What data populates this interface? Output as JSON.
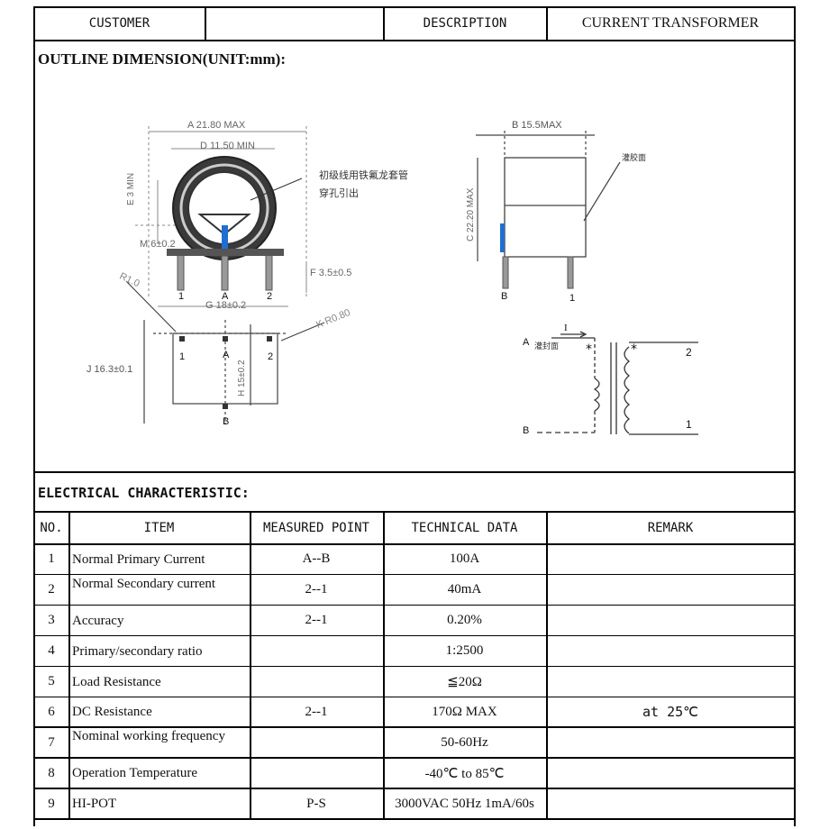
{
  "header": {
    "customer_label": "CUSTOMER",
    "customer_value": "",
    "description_label": "DESCRIPTION",
    "description_value": "CURRENT TRANSFORMER"
  },
  "outline": {
    "title": "OUTLINE DIMENSION(UNIT:mm):",
    "dims": {
      "a": "A 21.80 MAX",
      "d": "D 11.50 MIN",
      "e": "E 3 MIN",
      "m": "M 6±0.2",
      "f": "F 3.5±0.5",
      "r": "R1.0",
      "g": "G 18±0.2",
      "k": "K R0.80",
      "j": "J 16.3±0.1",
      "h": "H 15±0.2",
      "b": "B 15.5MAX",
      "c": "C 22.20 MAX"
    },
    "notes": {
      "primary_line_1": "初级线用铁氟龙套管",
      "primary_line_2": "穿孔引出",
      "glue": "灌胶面",
      "seal": "灌封面"
    },
    "pins": {
      "p1": "1",
      "pa": "A",
      "p2": "2",
      "pb": "B",
      "i": "I"
    }
  },
  "electrical": {
    "title": "ELECTRICAL CHARACTERISTIC:",
    "columns": [
      "NO.",
      "ITEM",
      "MEASURED POINT",
      "TECHNICAL DATA",
      "REMARK"
    ],
    "rows": [
      {
        "no": "1",
        "item": "Normal Primary Current",
        "point": "A--B",
        "data": "100A",
        "remark": ""
      },
      {
        "no": "2",
        "item": "Normal Secondary  current",
        "point": "2--1",
        "data": "40mA",
        "remark": ""
      },
      {
        "no": "3",
        "item": "Accuracy",
        "point": "2--1",
        "data": "0.20%",
        "remark": ""
      },
      {
        "no": "4",
        "item": "Primary/secondary ratio",
        "point": "",
        "data": "1:2500",
        "remark": ""
      },
      {
        "no": "5",
        "item": "Load Resistance",
        "point": "",
        "data": "≦20Ω",
        "remark": ""
      },
      {
        "no": "6",
        "item": "DC  Resistance",
        "point": "2--1",
        "data": "170Ω  MAX",
        "remark": "at 25℃"
      },
      {
        "no": "7",
        "item": "Nominal working frequency",
        "point": "",
        "data": "50-60Hz",
        "remark": ""
      },
      {
        "no": "8",
        "item": "Operation Temperature",
        "point": "",
        "data": "-40℃ to 85℃",
        "remark": ""
      },
      {
        "no": "9",
        "item": "HI-POT",
        "point": "P-S",
        "data": "3000VAC  50Hz  1mA/60s",
        "remark": ""
      }
    ]
  }
}
